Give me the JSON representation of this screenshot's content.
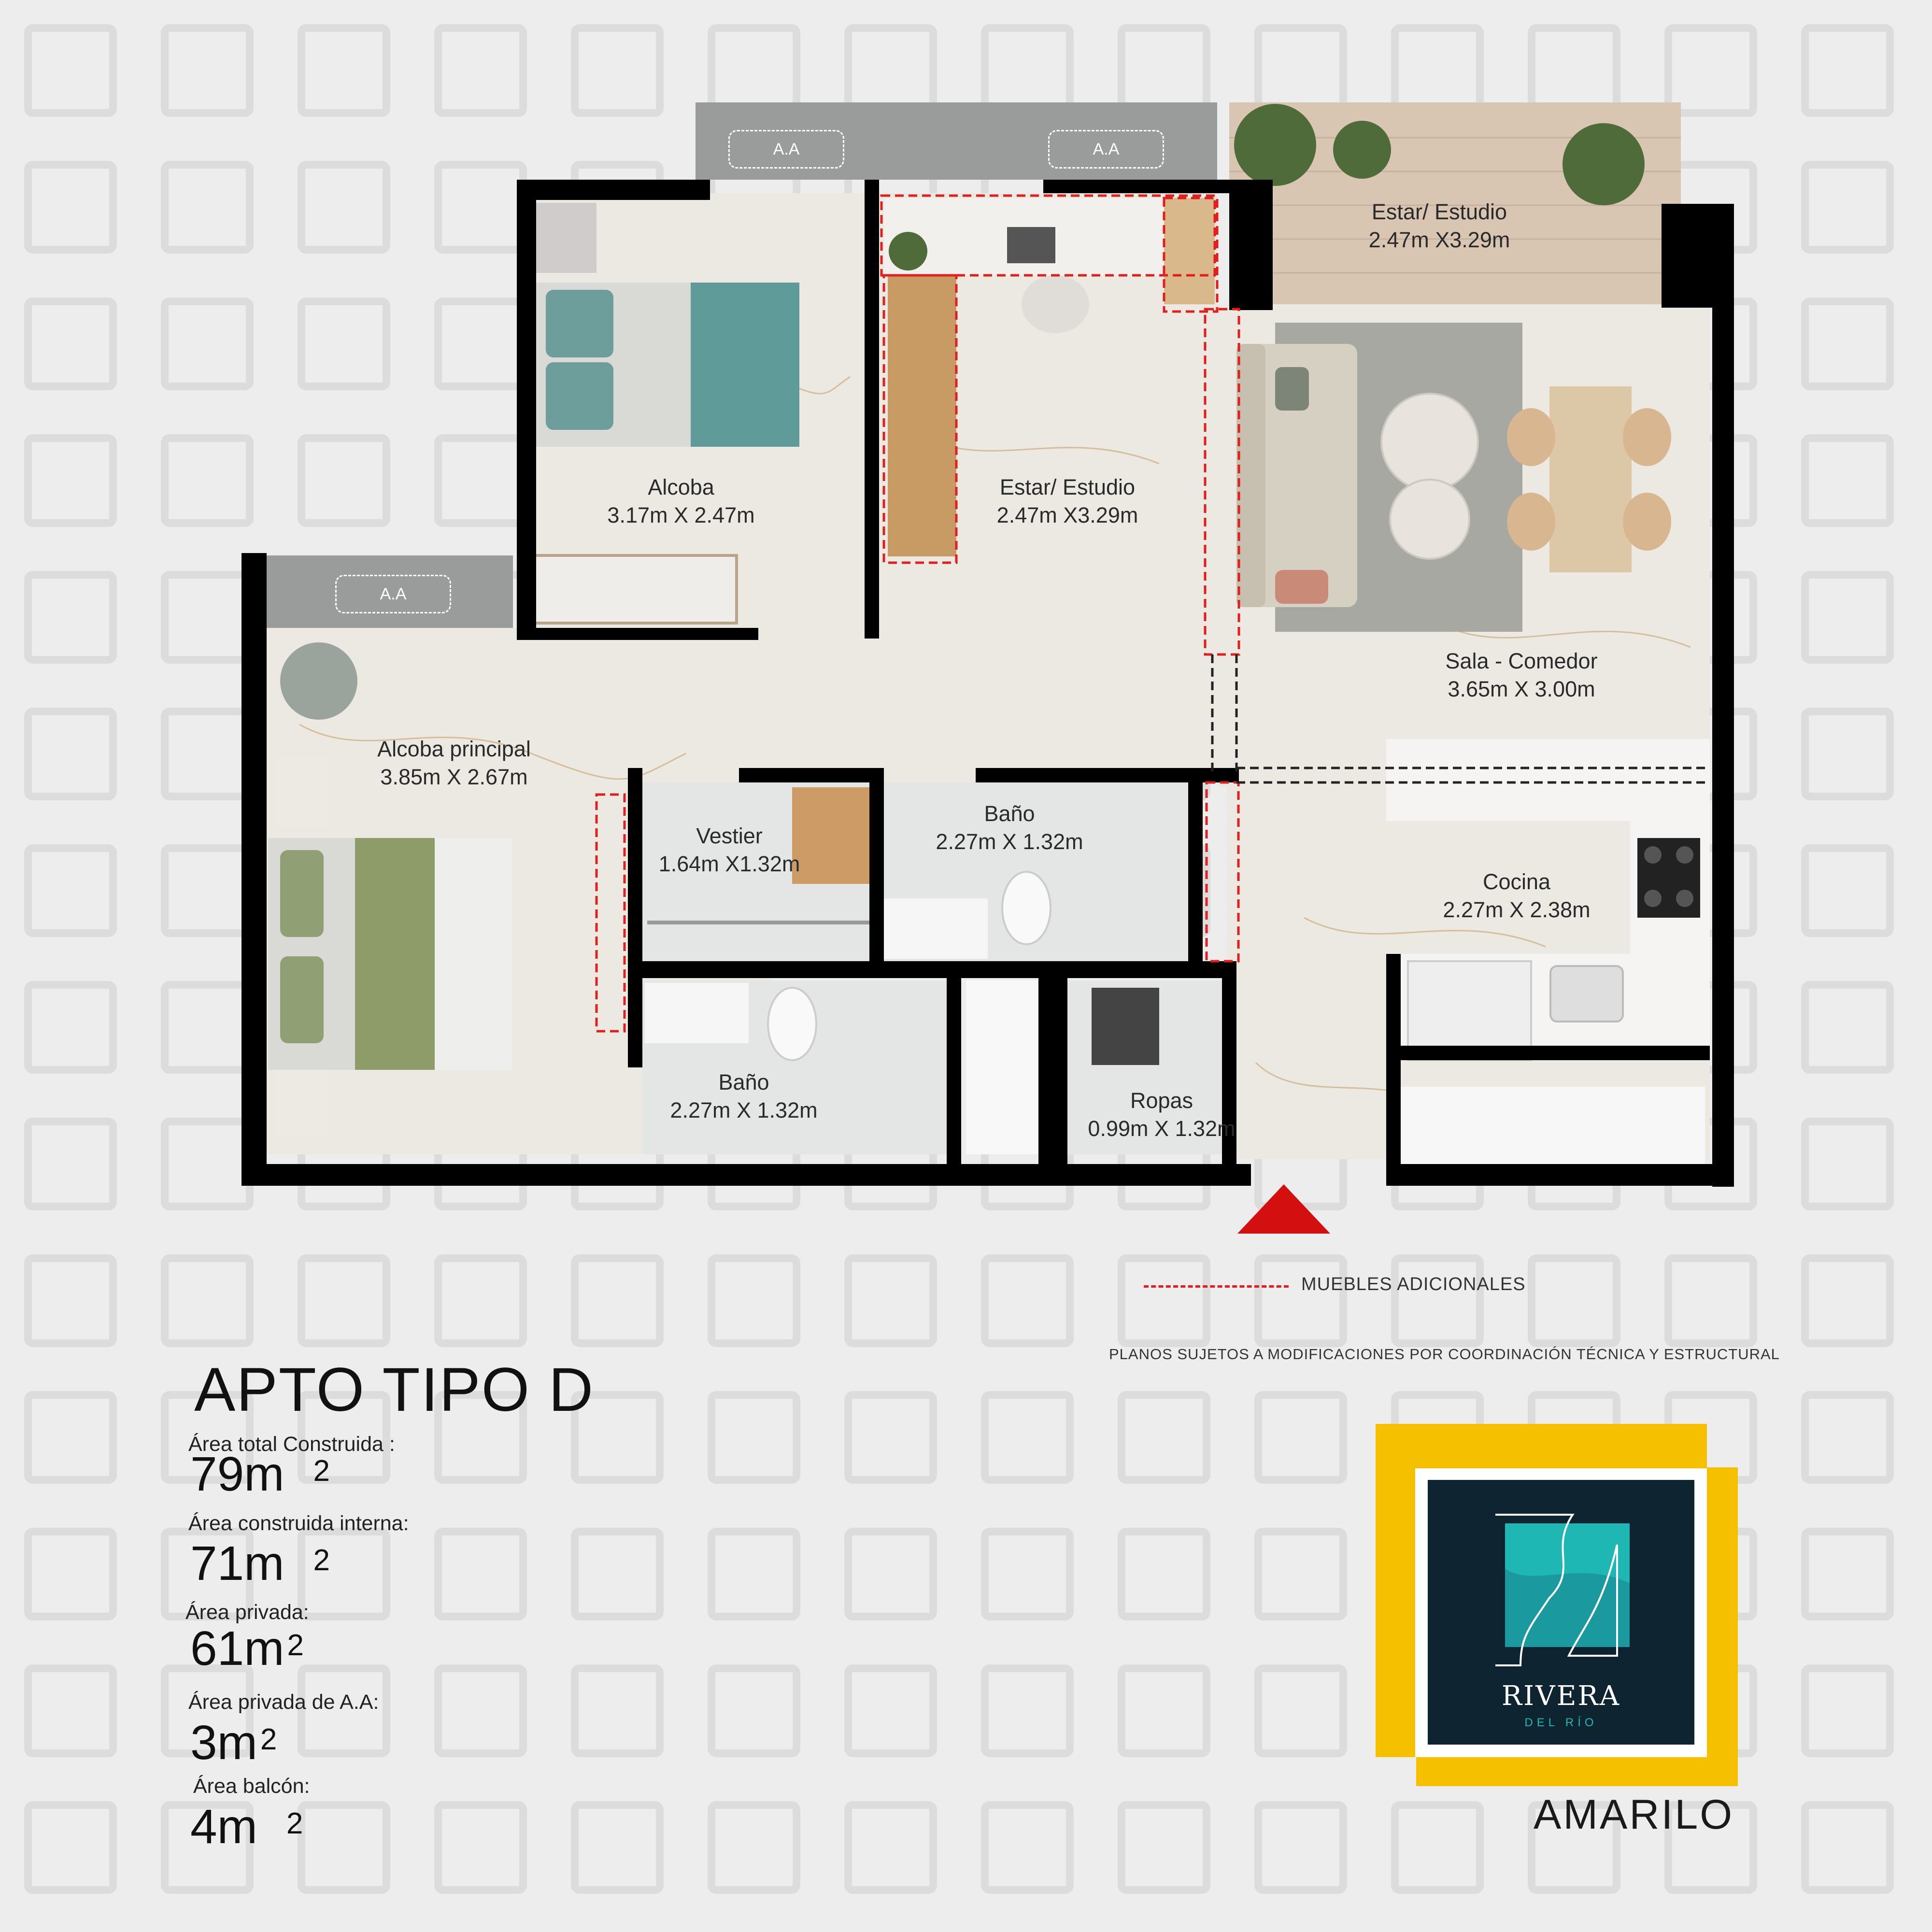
{
  "rooms": {
    "alcoba": {
      "name": "Alcoba",
      "dims": "3.17m X 2.47m"
    },
    "estar_interior": {
      "name": "Estar/ Estudio",
      "dims": "2.47m X3.29m"
    },
    "estar_balcon": {
      "name": "Estar/ Estudio",
      "dims": "2.47m X3.29m"
    },
    "sala": {
      "name": "Sala - Comedor",
      "dims": "3.65m X 3.00m"
    },
    "alcoba_principal": {
      "name": "Alcoba principal",
      "dims": "3.85m X 2.67m"
    },
    "vestier": {
      "name": "Vestier",
      "dims": "1.64m X1.32m"
    },
    "bano_1": {
      "name": "Baño",
      "dims": "2.27m X 1.32m"
    },
    "bano_2": {
      "name": "Baño",
      "dims": "2.27m X 1.32m"
    },
    "cocina": {
      "name": "Cocina",
      "dims": "2.27m X 2.38m"
    },
    "ropas": {
      "name": "Ropas",
      "dims": "0.99m X 1.32m"
    }
  },
  "ac_label": "A.A",
  "legend": {
    "label": "MUEBLES ADICIONALES",
    "line_color": "#e0201c"
  },
  "disclaimer": "PLANOS SUJETOS A MODIFICACIONES POR COORDINACIÓN TÉCNICA Y ESTRUCTURAL",
  "title": "APTO TIPO D",
  "areas": [
    {
      "label": "Área total Construida :",
      "value": "79m",
      "unit": "2"
    },
    {
      "label": "Área construida interna:",
      "value": "71m",
      "unit": "2"
    },
    {
      "label": "Área privada:",
      "value": "61m",
      "unit": "2"
    },
    {
      "label": "Área privada de A.A:",
      "value": "3m",
      "unit": "2"
    },
    {
      "label": "Área balcón:",
      "value": "4m",
      "unit": "2"
    }
  ],
  "logo": {
    "name": "RIVERA",
    "subtitle": "DEL RÍO"
  },
  "brand": "AMARILO",
  "colors": {
    "wall": "#000000",
    "floor": "#ece8e2",
    "deck": "#d9c7b4",
    "accent_red": "#d30f0f",
    "logo_bg": "#0f2431",
    "logo_frame": "#f5c000",
    "logo_teal": "#1fb7b3"
  }
}
